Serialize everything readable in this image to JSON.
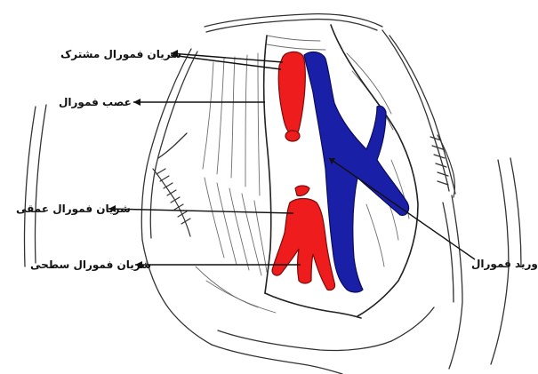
{
  "labels": {
    "common_femoral_artery": "شریان فمورال مشترک",
    "femoral_nerve": "عصب فمورال",
    "deep_femoral_artery": "شریان فمورال عمقی",
    "superficial_femoral_artery": "شریان فمورال سطحی",
    "femoral_vein": "ورید فمورال"
  },
  "colors": {
    "artery": "#ee1c1c",
    "vein": "#1a1fa8",
    "outline": "#333333"
  }
}
